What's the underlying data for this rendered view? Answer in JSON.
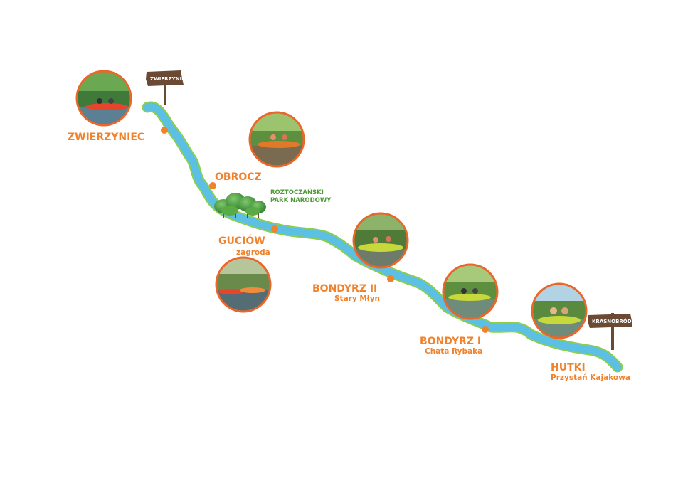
{
  "colors": {
    "river": "#5bc0e3",
    "river_bank": "#8ccf4a",
    "accent": "#f0822d",
    "park": "#4a9a35",
    "sign_wood": "#6b4a33",
    "photo_ring": "#e9672a"
  },
  "stops": {
    "zwierzyniec": {
      "name": "ZWIERZYNIEC"
    },
    "obrocz": {
      "name": "OBROCZ"
    },
    "guciow": {
      "name": "GUCIÓW",
      "sub": "zagroda"
    },
    "bondyrz2": {
      "name": "BONDYRZ II",
      "sub": "Stary Młyn"
    },
    "bondyrz1": {
      "name": "BONDYRZ I",
      "sub": "Chata Rybaka"
    },
    "hutki": {
      "name": "HUTKI",
      "sub": "Przystań Kajakowa"
    }
  },
  "park": {
    "line1": "ROZTOCZAŃSKI",
    "line2": "PARK NARODOWY"
  },
  "signs": {
    "start": "ZWIERZYNIEC",
    "end": "KRASNOBRÓD"
  },
  "photos": [
    {
      "icon": "kayak-photo-icon"
    },
    {
      "icon": "kayak-photo-icon"
    },
    {
      "icon": "kayak-photo-icon"
    },
    {
      "icon": "kayak-photo-icon"
    },
    {
      "icon": "kayak-photo-icon"
    },
    {
      "icon": "kayak-photo-icon"
    }
  ]
}
